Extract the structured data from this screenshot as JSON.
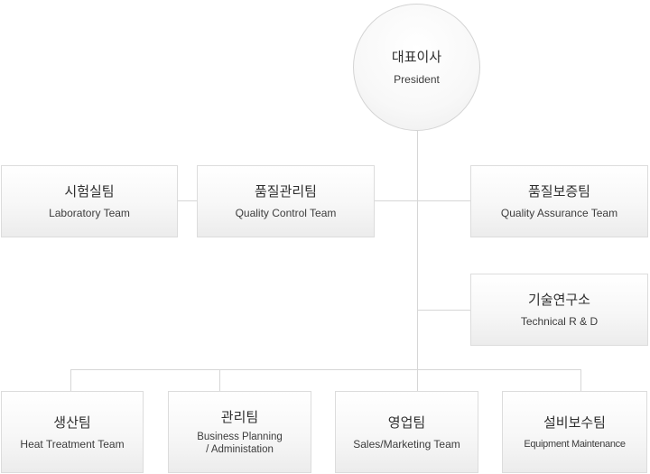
{
  "president": {
    "ko": "대표이사",
    "en": "President"
  },
  "teams": {
    "laboratory": {
      "ko": "시험실팀",
      "en": "Laboratory Team"
    },
    "quality_control": {
      "ko": "품질관리팀",
      "en": "Quality Control Team"
    },
    "quality_assurance": {
      "ko": "품질보증팀",
      "en": "Quality Assurance Team"
    },
    "technical_rd": {
      "ko": "기술연구소",
      "en": "Technical R & D"
    },
    "heat_treatment": {
      "ko": "생산팀",
      "en": "Heat Treatment Team"
    },
    "management": {
      "ko": "관리팀",
      "en_line1": "Business Planning",
      "en_line2": "/ Administation"
    },
    "sales": {
      "ko": "영업팀",
      "en": "Sales/Marketing Team"
    },
    "equipment": {
      "ko": "설비보수팀",
      "en": "Equipment Maintenance"
    }
  },
  "colors": {
    "line": "#d6d6d6",
    "border": "#dcdcdc",
    "text": "#333333"
  }
}
